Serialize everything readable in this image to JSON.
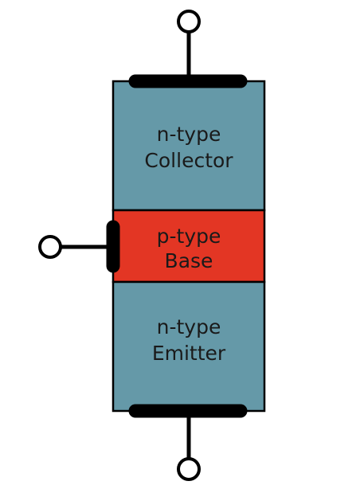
{
  "regions": {
    "collector": {
      "line1": "n-type",
      "line2": "Collector",
      "color": "#6599a8"
    },
    "base": {
      "line1": "p-type",
      "line2": "Base",
      "color": "#e33624"
    },
    "emitter": {
      "line1": "n-type",
      "line2": "Emitter",
      "color": "#6599a8"
    }
  },
  "colors": {
    "outline": "#000000",
    "contact": "#000000",
    "terminal_fill": "#ffffff"
  }
}
